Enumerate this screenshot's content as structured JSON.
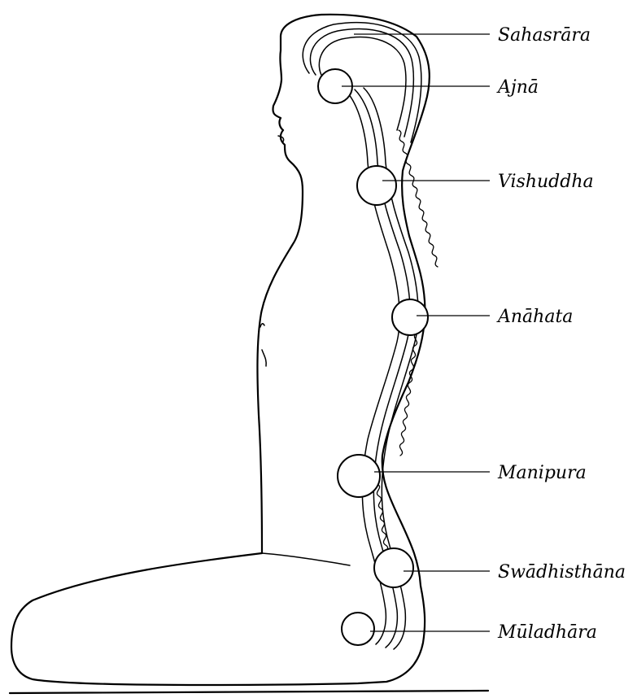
{
  "chakras": [
    {
      "name": "Sahasrāra"
    },
    {
      "name": "Ajnā"
    },
    {
      "name": "Vishuddha"
    },
    {
      "name": "Anāhata"
    },
    {
      "name": "Manipura"
    },
    {
      "name": "Swādhisthāna"
    },
    {
      "name": "Mūladhāra"
    }
  ]
}
